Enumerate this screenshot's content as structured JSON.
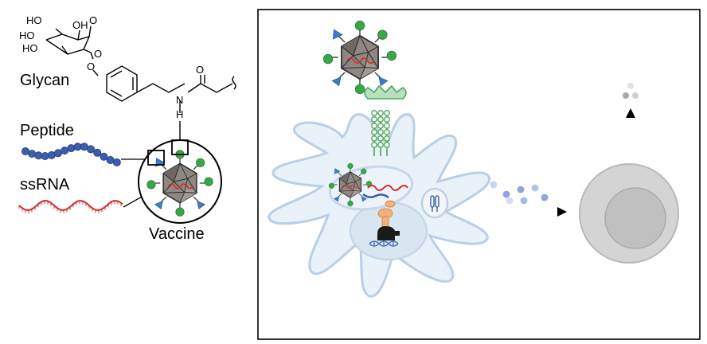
{
  "labels": {
    "glycan": "Glycan",
    "peptide": "Peptide",
    "ssrna": "ssRNA",
    "vaccine": "Vaccine"
  },
  "chemistry": {
    "ho_1": "HO",
    "ho_2": "HO",
    "ho_3": "HO",
    "oh": "OH",
    "o_ring": "O",
    "o_glycosidic": "O",
    "o_ether": "O",
    "o_carbonyl": "O",
    "n_amide": "N",
    "h_amide": "H"
  },
  "colors": {
    "peptide_bead": "#3a5fae",
    "rna_strand": "#d42c2c",
    "glycan_node": "#3aa64a",
    "peptide_marker": "#3d7cc9",
    "capsid": "#8f8782",
    "receptor": "#4aa85a",
    "cell_fill": "#e9f1f9",
    "cell_edge": "#b9cfe6",
    "tcell_outer": "#d4d4d4",
    "tcell_inner": "#c0c0c0",
    "signal_dot": "#8fa4dc",
    "cytokine_dot": "#b0b0b0",
    "endosome_protein": "#f0b27a"
  }
}
